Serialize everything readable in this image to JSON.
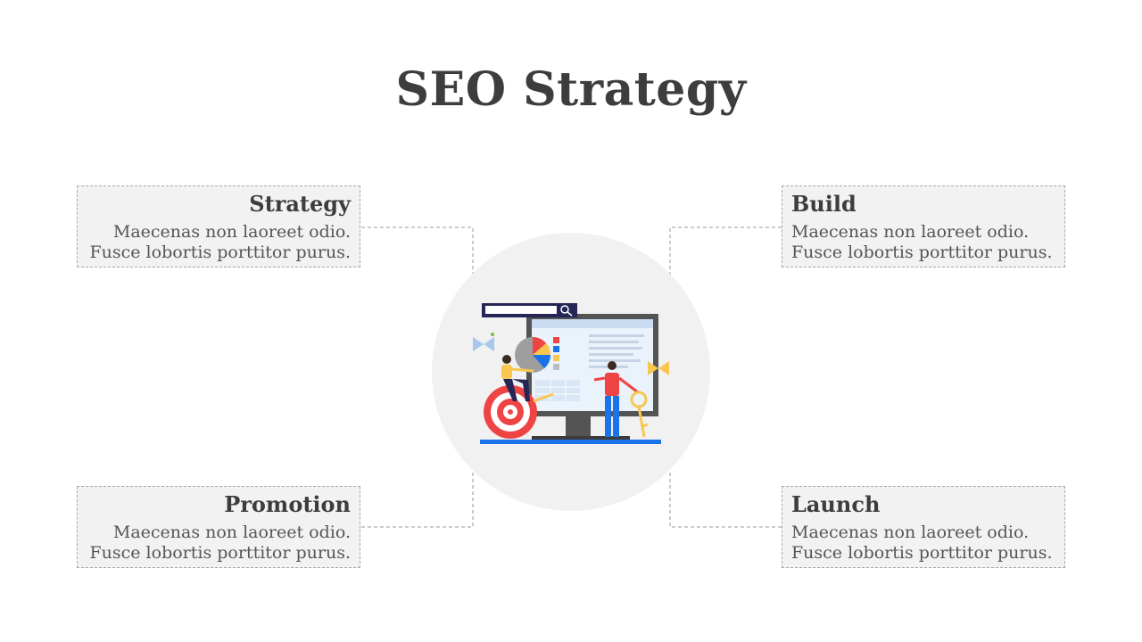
{
  "title": "SEO Strategy",
  "cards": {
    "strategy": {
      "heading": "Strategy",
      "body": "Maecenas non laoreet odio. Fusce lobortis porttitor purus."
    },
    "build": {
      "heading": "Build",
      "body": "Maecenas non laoreet odio. Fusce lobortis porttitor purus."
    },
    "promotion": {
      "heading": "Promotion",
      "body": "Maecenas non laoreet odio. Fusce lobortis porttitor purus."
    },
    "launch": {
      "heading": "Launch",
      "body": "Maecenas non laoreet odio. Fusce lobortis porttitor purus."
    }
  },
  "colors": {
    "card_bg": "#f2f2f2",
    "circle_bg": "#f1f1f1",
    "text": "#3d3d3d",
    "accent_blue": "#1a73e8",
    "accent_red": "#ef4444",
    "accent_yellow": "#f9c74f"
  },
  "illustration": {
    "icon": "seo-computer-illustration"
  }
}
